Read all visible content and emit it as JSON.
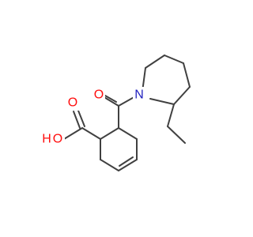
{
  "colors": {
    "bond": "#404040",
    "oxygen": "#ff0d0d",
    "nitrogen": "#1f1fbf",
    "background": "#ffffff"
  },
  "labels": {
    "carbonyl_oxygen": "O",
    "nitrogen": "N",
    "hydroxyl_oxygen": "O",
    "hydroxyl_hydrogen": "H"
  }
}
